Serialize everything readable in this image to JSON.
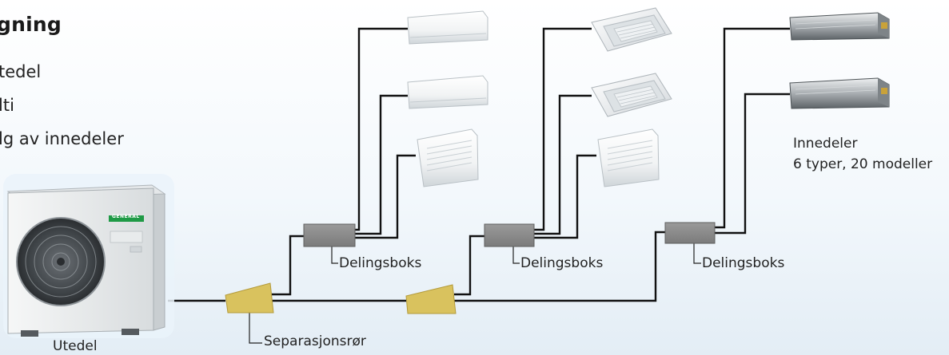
{
  "heading": "gning",
  "bullets": [
    "tedel",
    "lti",
    "lg av innedeler"
  ],
  "labels": {
    "innedeler_title": "Innedeler",
    "innedeler_sub": "6 typer, 20 modeller",
    "delingsboks_1": "Delingsboks",
    "delingsboks_2": "Delingsboks",
    "delingsboks_3": "Delingsboks",
    "separasjonsror": "Separasjonsrør",
    "utedel": "Utedel"
  },
  "outdoor_unit_brand": "GENERAL",
  "colors": {
    "pipe": "#111111",
    "branch_box": "#8c8c8c",
    "separation_pipe": "#d9c25e"
  }
}
